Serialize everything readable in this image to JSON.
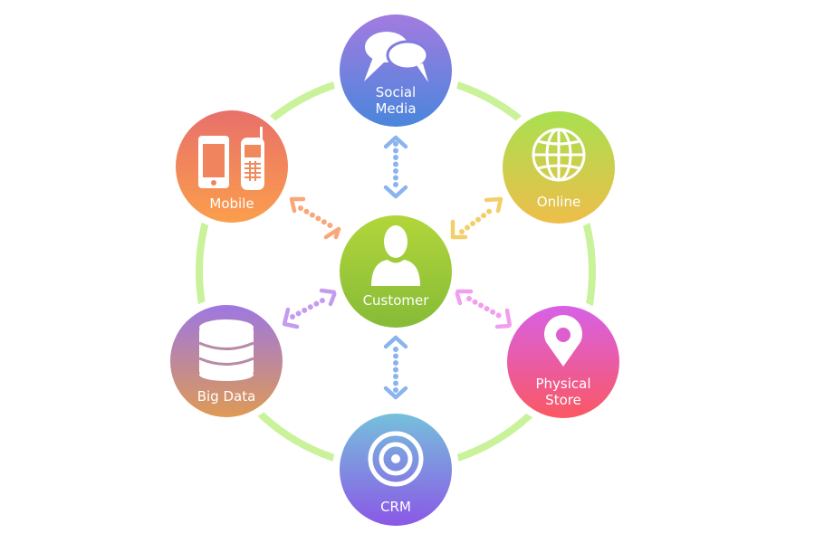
{
  "nodes": {
    "social_media": {
      "line1": "Social",
      "line2": "Media",
      "icon": "speech-bubbles-icon",
      "colors": [
        "#a27be0",
        "#4a86dc"
      ]
    },
    "mobile": {
      "label": "Mobile",
      "icon": "mobile-phones-icon",
      "colors": [
        "#e8706a",
        "#fb9e4c"
      ]
    },
    "online": {
      "label": "Online",
      "icon": "globe-icon",
      "colors": [
        "#a8e050",
        "#eebd4a"
      ]
    },
    "customer": {
      "label": "Customer",
      "icon": "user-icon",
      "colors": [
        "#b2d63a",
        "#86bb38"
      ]
    },
    "big_data": {
      "label": "Big Data",
      "icon": "database-icon",
      "colors": [
        "#9d77e2",
        "#de9a55"
      ]
    },
    "physical_store": {
      "line1": "Physical",
      "line2": "Store",
      "icon": "map-pin-icon",
      "colors": [
        "#d760e6",
        "#fb5863"
      ]
    },
    "crm": {
      "label": "CRM",
      "icon": "target-icon",
      "colors": [
        "#76c0dc",
        "#8a58e6"
      ]
    }
  },
  "ring_color": "#c9f29a",
  "arrow_colors": {
    "social_media": "#8ab4ee",
    "crm": "#8ab4ee",
    "mobile": "#f9a77a",
    "online": "#f3cf6a",
    "big_data": "#c59bef",
    "physical_store": "#f29ef0"
  }
}
